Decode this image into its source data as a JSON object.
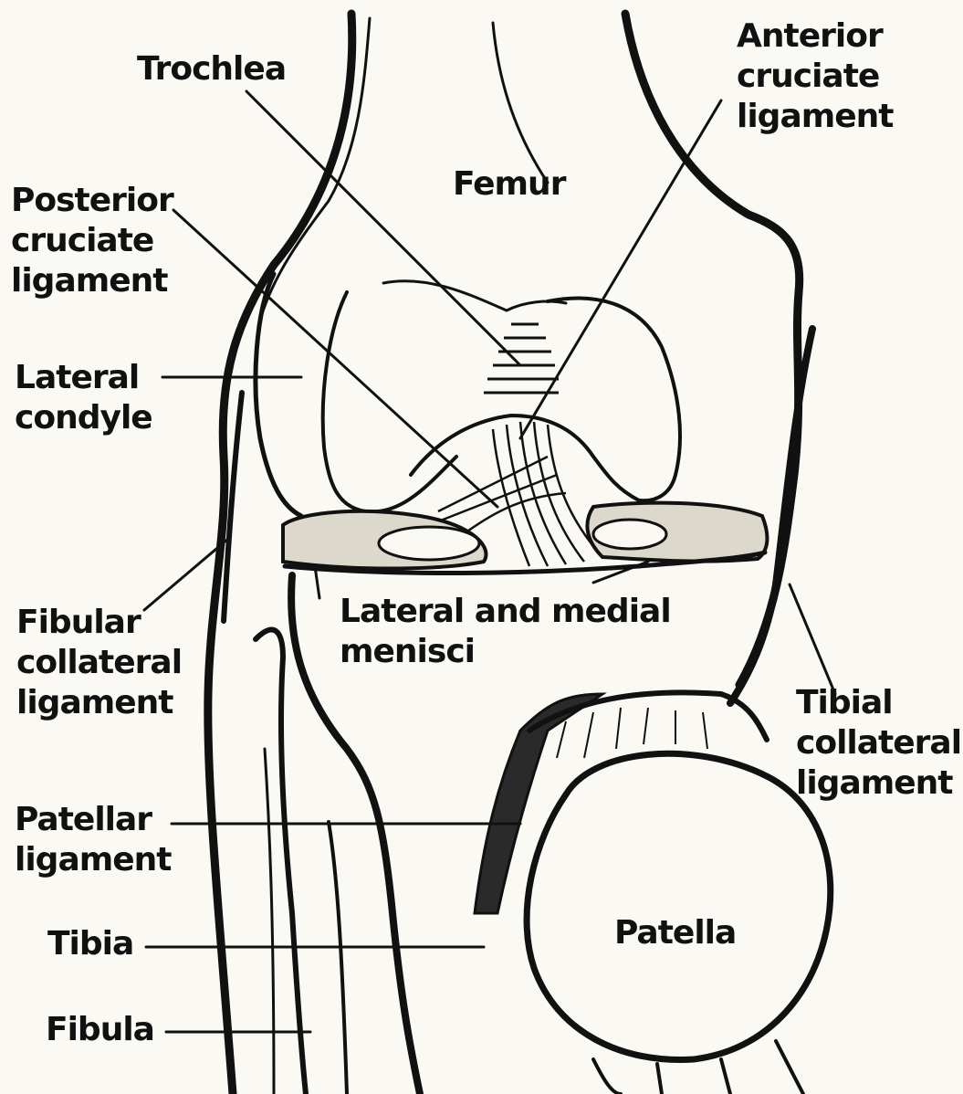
{
  "labels": {
    "trochlea": "Trochlea",
    "femur": "Femur",
    "acl": [
      "Anterior",
      "cruciate",
      "ligament"
    ],
    "pcl": [
      "Posterior",
      "cruciate",
      "ligament"
    ],
    "lateral_condyle": [
      "Lateral",
      "condyle"
    ],
    "menisci": [
      "Lateral and medial",
      "menisci"
    ],
    "fibular_collateral": [
      "Fibular",
      "collateral",
      "ligament"
    ],
    "tibial_collateral": [
      "Tibial",
      "collateral",
      "ligament"
    ],
    "patellar_ligament": [
      "Patellar",
      "ligament"
    ],
    "patella": "Patella",
    "tibia": "Tibia",
    "fibula": "Fibula"
  }
}
